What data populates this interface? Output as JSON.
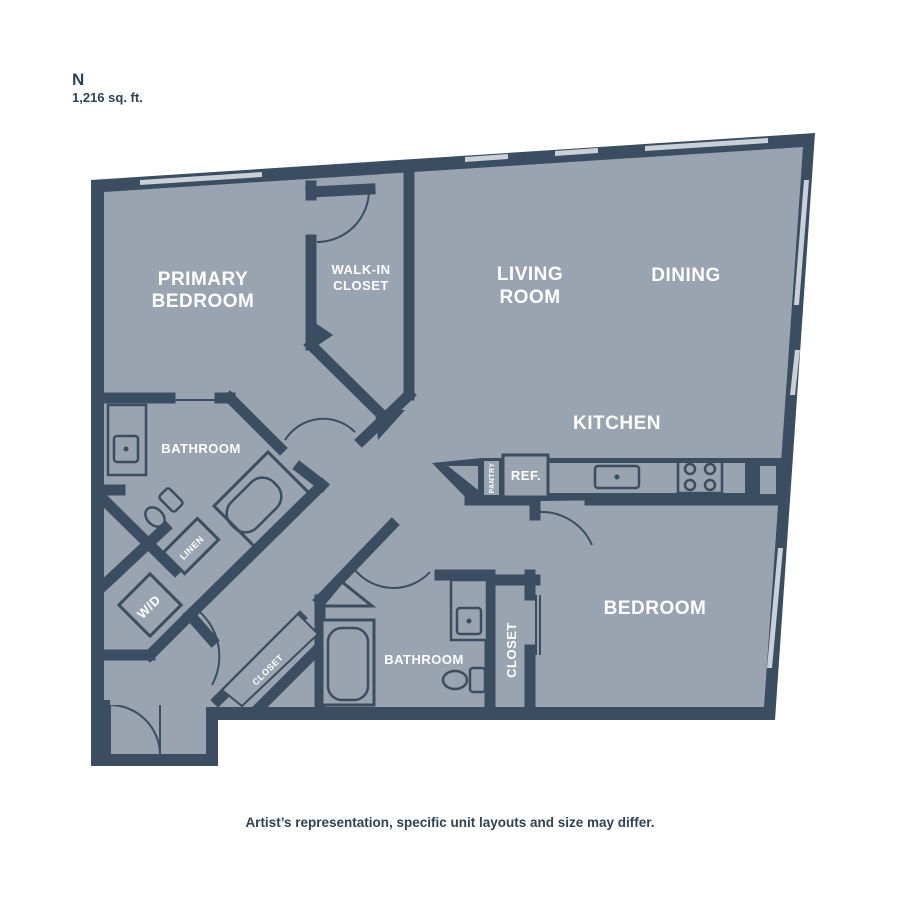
{
  "header": {
    "unit_code": "N",
    "area": "1,216 sq. ft."
  },
  "rooms": {
    "primary_bedroom_line1": "PRIMARY",
    "primary_bedroom_line2": "BEDROOM",
    "walk_in_line1": "WALK-IN",
    "walk_in_line2": "CLOSET",
    "living_line1": "LIVING",
    "living_line2": "ROOM",
    "dining": "DINING",
    "kitchen": "KITCHEN",
    "bedroom": "BEDROOM",
    "bathroom_primary": "BATHROOM",
    "bathroom_second": "BATHROOM",
    "closet_bedroom": "CLOSET",
    "closet_hall": "CLOSET",
    "linen": "LINEN",
    "washer_dryer": "W/D",
    "refrigerator": "REF.",
    "pantry": "PANTRY"
  },
  "colors": {
    "wall": "#3b4d60",
    "floor": "#9aa3b0",
    "window": "#c9d0d8",
    "text": "#2f4256"
  },
  "footer": {
    "disclaimer": "Artist’s representation, specific unit layouts and size may differ."
  }
}
